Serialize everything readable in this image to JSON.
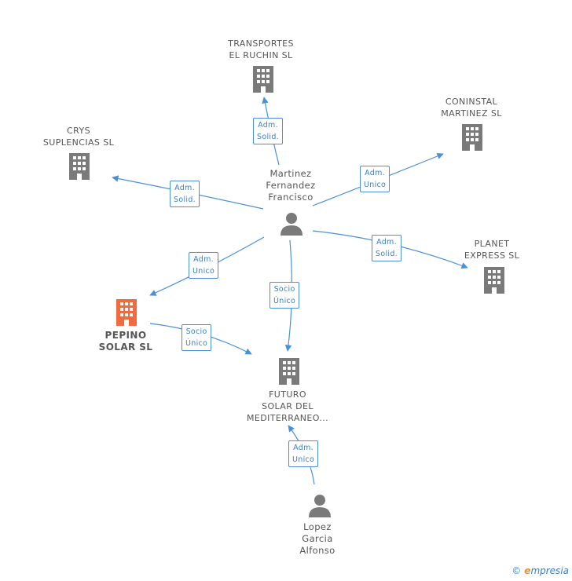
{
  "colors": {
    "edge": "#4a90d9",
    "building": "#7a7a7a",
    "building_focus": "#f26a3d",
    "person": "#7a7a7a"
  },
  "nodes": {
    "transportes": {
      "label": "TRANSPORTES\nEL RUCHIN SL",
      "icon": "building-icon"
    },
    "coninstal": {
      "label": "CONINSTAL\nMARTINEZ SL",
      "icon": "building-icon"
    },
    "crys": {
      "label": "CRYS\nSUPLENCIAS SL",
      "icon": "building-icon"
    },
    "martinez": {
      "label": "Martinez\nFernandez\nFrancisco",
      "icon": "person-icon"
    },
    "planet": {
      "label": "PLANET\nEXPRESS SL",
      "icon": "building-icon"
    },
    "pepino": {
      "label": "PEPINO\nSOLAR SL",
      "icon": "building-icon"
    },
    "futuro": {
      "label": "FUTURO\nSOLAR DEL\nMEDITERRANEO...",
      "icon": "building-icon"
    },
    "lopez": {
      "label": "Lopez\nGarcia\nAlfonso",
      "icon": "person-icon"
    }
  },
  "edges": {
    "to_transportes": "Adm.\nSolid.",
    "to_coninstal": "Adm.\nUnico",
    "to_crys": "Adm.\nSolid.",
    "to_planet": "Adm.\nSolid.",
    "to_pepino": "Adm.\nUnico",
    "to_futuro_martinez": "Socio\nÚnico",
    "pepino_to_futuro": "Socio\nÚnico",
    "lopez_to_futuro": "Adm.\nUnico"
  },
  "footer": {
    "copyright": "©",
    "brand_e": "e",
    "brand_rest": "mpresia"
  }
}
